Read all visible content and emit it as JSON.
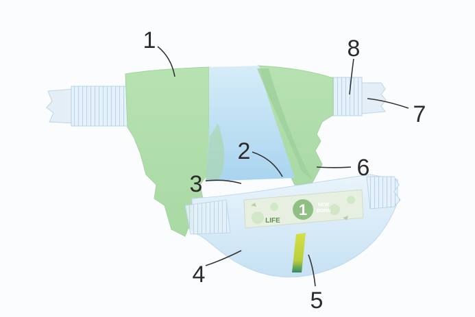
{
  "diagram": {
    "callouts": [
      {
        "id": "1",
        "label": "1"
      },
      {
        "id": "2",
        "label": "2"
      },
      {
        "id": "3",
        "label": "3"
      },
      {
        "id": "4",
        "label": "4"
      },
      {
        "id": "5",
        "label": "5"
      },
      {
        "id": "6",
        "label": "6"
      },
      {
        "id": "7",
        "label": "7"
      },
      {
        "id": "8",
        "label": "8"
      }
    ],
    "product_label": {
      "size_number": "1",
      "life_text": "LIFE",
      "new_text": "NEW",
      "born_text": "BORN"
    }
  },
  "colors": {
    "green_panel": "#b9e4b5",
    "blue_core": "#cfe6f6",
    "label_bg": "#e8f1e4",
    "indicator": "#c8d641"
  }
}
